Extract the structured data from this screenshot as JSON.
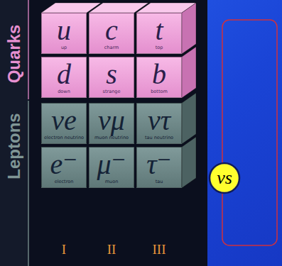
{
  "diagram": {
    "nodes": [
      {
        "text": [
          "u",
          "up"
        ]
      },
      {
        "text": [
          "c",
          "charm"
        ]
      },
      {
        "text": [
          "t",
          "top"
        ]
      },
      {
        "text": [
          "d",
          "down"
        ]
      },
      {
        "text": [
          "s",
          "strange"
        ]
      },
      {
        "text": [
          "b",
          "bottom"
        ]
      },
      {
        "text": [
          "νe",
          "electron neutrino"
        ]
      },
      {
        "text": [
          "νμ",
          "muon neutrino"
        ]
      },
      {
        "text": [
          "ντ",
          "tau neutrino"
        ]
      },
      {
        "text": [
          "e⁻",
          "electron"
        ]
      },
      {
        "text": [
          "μ⁻",
          "muon"
        ]
      },
      {
        "text": [
          "τ⁻",
          "tau"
        ]
      },
      {
        "text": [
          "νs"
        ]
      }
    ],
    "labels": [
      "Quarks",
      "Leptons",
      "I",
      "II",
      "III"
    ]
  }
}
